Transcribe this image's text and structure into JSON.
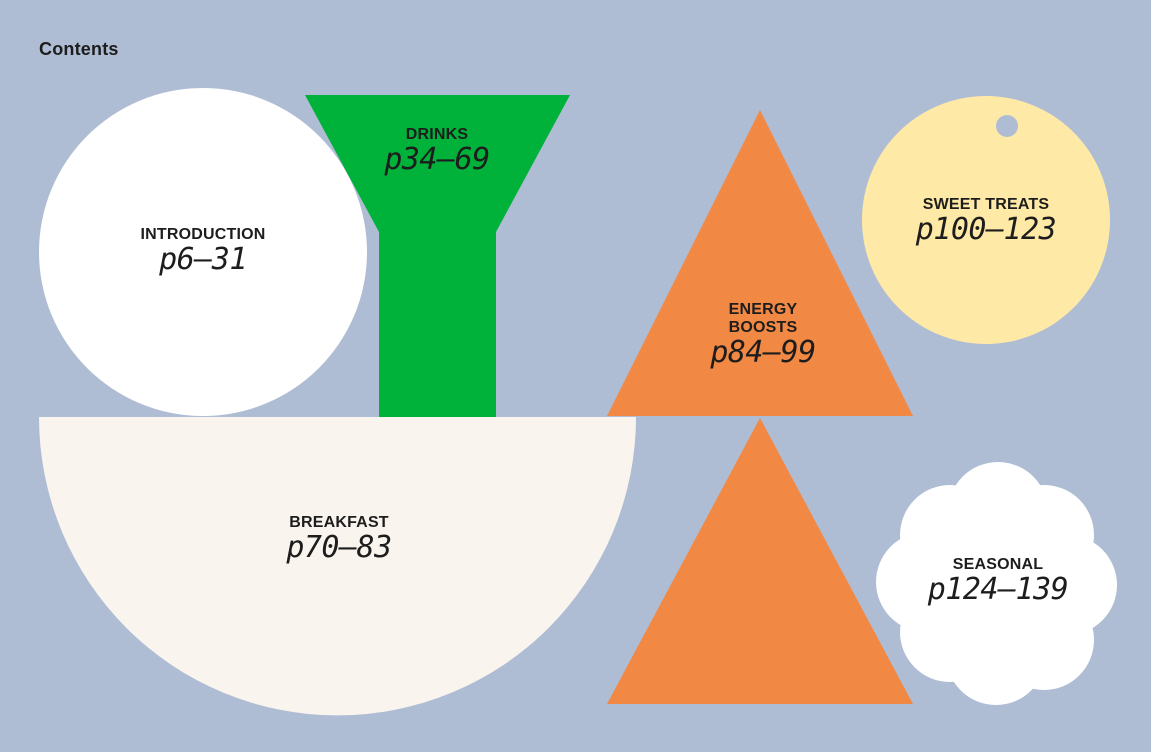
{
  "heading": "Contents",
  "colors": {
    "background": "#afbdd4",
    "introduction": "#ffffff",
    "drinks": "#00b13a",
    "breakfast": "#f9f5ee",
    "energy_boosts": "#f18843",
    "sweet_treats": "#ffe9a6",
    "seasonal": "#ffffff"
  },
  "sections": {
    "introduction": {
      "title": "INTRODUCTION",
      "pages": "p6–31",
      "shape": "circle-icon"
    },
    "drinks": {
      "title": "DRINKS",
      "pages": "p34–69",
      "shape": "funnel-icon"
    },
    "breakfast": {
      "title": "BREAKFAST",
      "pages": "p70–83",
      "shape": "half-circle-icon"
    },
    "energy_boosts": {
      "title_line1": "ENERGY",
      "title_line2": "BOOSTS",
      "pages": "p84–99",
      "shape": "triangle-icon"
    },
    "sweet_treats": {
      "title": "SWEET TREATS",
      "pages": "p100–123",
      "shape": "tag-circle-icon"
    },
    "seasonal": {
      "title": "SEASONAL",
      "pages": "p124–139",
      "shape": "cloud-icon"
    }
  }
}
